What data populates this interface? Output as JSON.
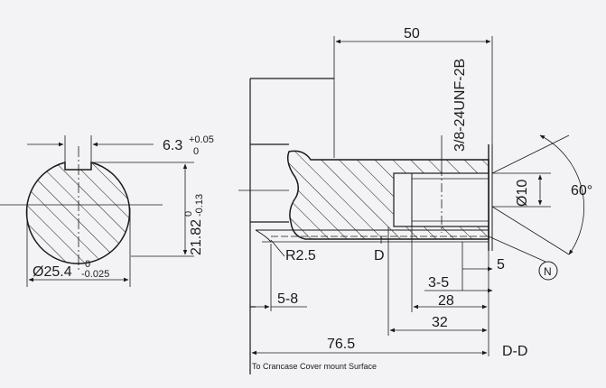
{
  "left_view": {
    "keyway_width": "6.3",
    "keyway_width_tol_upper": "+0.05",
    "keyway_width_tol_lower": "0",
    "key_depth": "21.82",
    "key_depth_tol_upper": "0",
    "key_depth_tol_lower": "-0.13",
    "diameter": "Ø25.4",
    "diameter_tol_upper": "0",
    "diameter_tol_lower": "-0.025"
  },
  "right_view": {
    "top_length": "50",
    "thread": "3/8-24UNF-2B",
    "bore_diameter": "Ø10",
    "chamfer_angle": "60°",
    "radius": "R2.5",
    "section_letter": "D",
    "dim_5": "5",
    "dim_3_5": "3-5",
    "dim_28": "28",
    "dim_32": "32",
    "dim_5_8": "5-8",
    "dim_76_5": "76.5",
    "section_label": "D-D",
    "surface_note": "To Crancase Cover mount Surface",
    "roughness_symbol": "N"
  },
  "colors": {
    "background": "#f3f3f5",
    "line": "#1a1a1a"
  }
}
